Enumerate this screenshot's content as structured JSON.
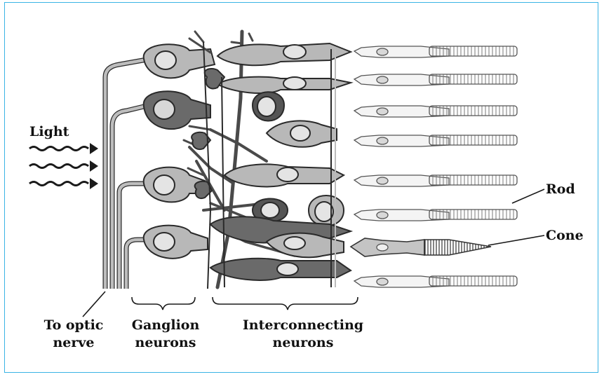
{
  "labels": {
    "light": "Light",
    "rod": "Rod",
    "cone": "Cone",
    "optic_nerve": [
      "To optic",
      "nerve"
    ],
    "ganglion": [
      "Ganglion",
      "neurons"
    ],
    "interconnecting": [
      "Interconnecting",
      "neurons"
    ]
  },
  "colors": {
    "frame": "#3bb4e5",
    "cell_fill": "#b8b8b8",
    "nucleus_fill": "#e4e4e4",
    "dark_cell": "#6a6a6a",
    "photoreceptor_fill": "#f4f4f4",
    "cone_fill": "#c4c4c4",
    "ink": "#1a1a1a"
  },
  "icons": [
    "wavy-arrow-icon"
  ],
  "photoreceptors": {
    "rods": 7,
    "cones": 1
  }
}
